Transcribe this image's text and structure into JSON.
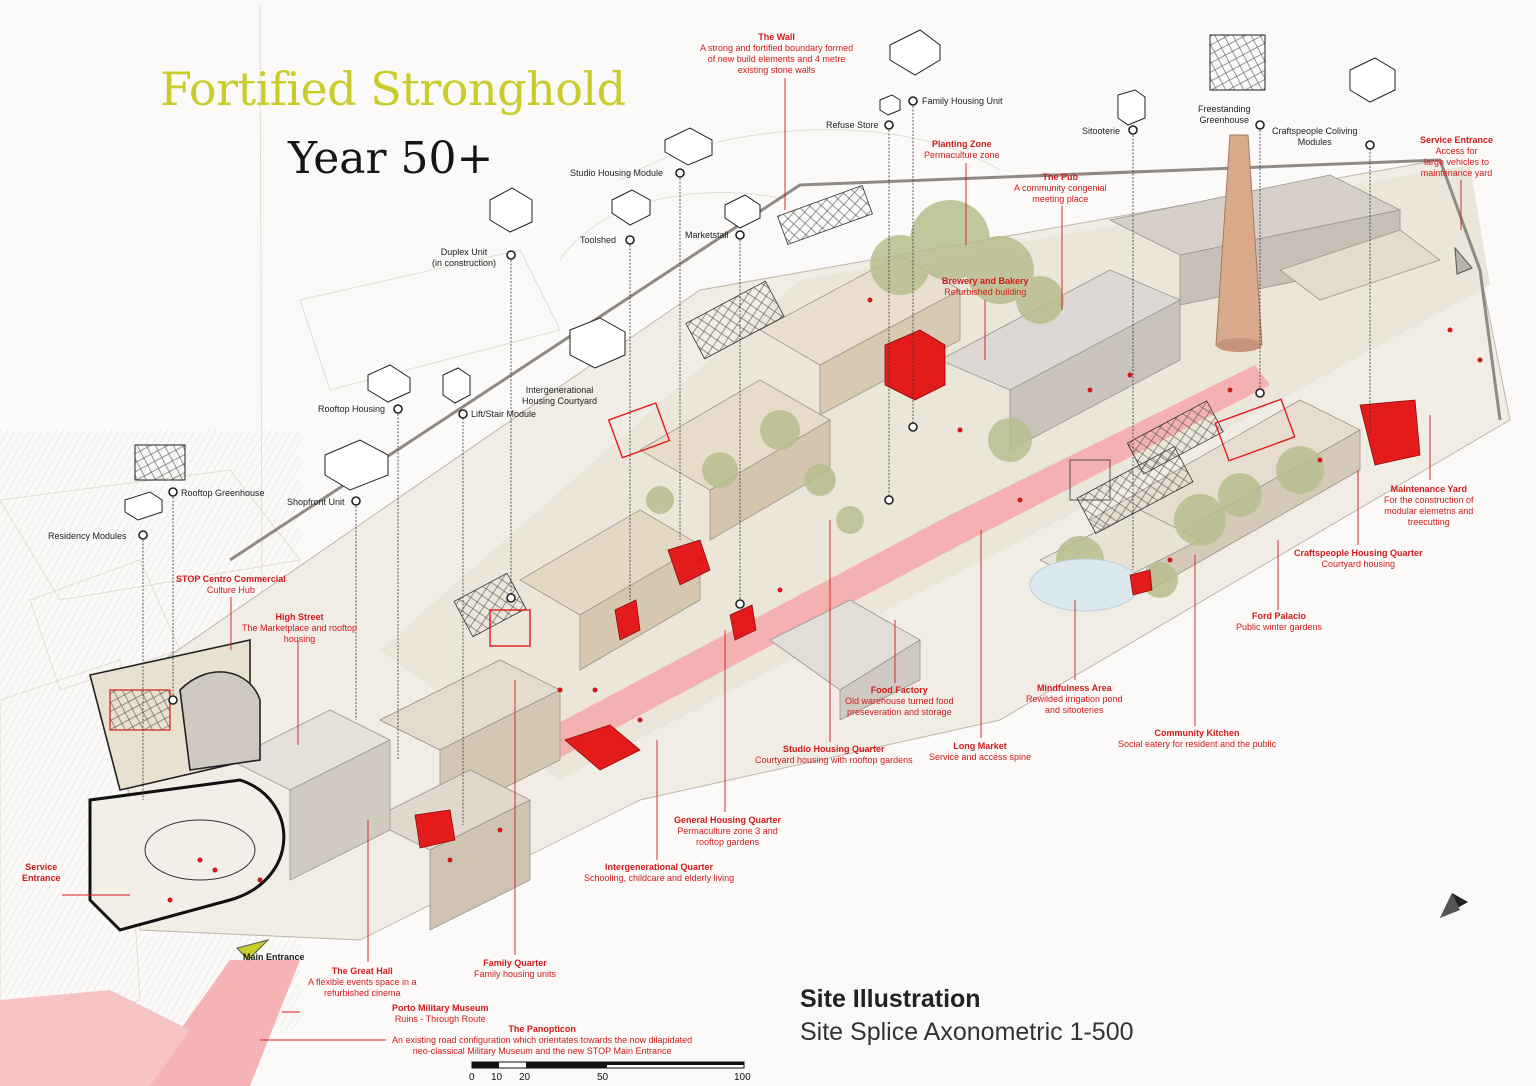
{
  "title": "Fortified Stronghold",
  "subtitle": "Year 50+",
  "site_title": "Site Illustration",
  "site_subtitle": "Site Splice Axonometric 1-500",
  "scale_ticks": [
    "0",
    "10",
    "20",
    "50",
    "100"
  ],
  "colors": {
    "accent_red": "#d11b1b",
    "title_yellow": "#c9cc2a",
    "ink": "#222222"
  },
  "red_labels": {
    "wall": {
      "h": "The Wall",
      "d1": "A strong and fortified boundary formed",
      "d2": "of new build elements and 4 metre",
      "d3": "existing stone walls"
    },
    "planting": {
      "h": "Planting Zone",
      "d1": "Permaculture zone"
    },
    "pub": {
      "h": "The Pub",
      "d1": "A community congenial",
      "d2": "meeting place"
    },
    "brewery": {
      "h": "Brewery and Bakery",
      "d1": "Refurbished building"
    },
    "service_ne": {
      "h": "Service Entrance",
      "d1": "Access for",
      "d2": "large vehicles to",
      "d3": "maintenance yard"
    },
    "maint": {
      "h": "Maintenance Yard",
      "d1": "For the construction of",
      "d2": "modular elemetns and",
      "d3": "treecutting"
    },
    "crafts": {
      "h": "Craftspeople Housing Quarter",
      "d1": "Courtyard housing"
    },
    "ford": {
      "h": "Ford Palacio",
      "d1": "Public winter gardens"
    },
    "mindful": {
      "h": "Mindfulness Area",
      "d1": "Rewilded irrigation pond",
      "d2": "and sitooteries"
    },
    "kitchen": {
      "h": "Community Kitchen",
      "d1": "Social eatery for resident and the public"
    },
    "longmarket": {
      "h": "Long Market",
      "d1": "Service and access spine"
    },
    "foodfactory": {
      "h": "Food Factory",
      "d1": "Old warehouse turned food",
      "d2": "preseveration and storage"
    },
    "studioq": {
      "h": "Studio Housing Quarter",
      "d1": "Courtyard housing with rooftop gardens"
    },
    "generalq": {
      "h": "General Housing Quarter",
      "d1": "Permaculture zone 3 and",
      "d2": "rooftop gardens"
    },
    "intergenq": {
      "h": "Intergenerational Quarter",
      "d1": "Schooling, childcare and elderly living"
    },
    "familyq": {
      "h": "Family Quarter",
      "d1": "Family housing units"
    },
    "stop": {
      "h": "STOP Centro Commercial",
      "d1": "Culture Hub"
    },
    "highstreet": {
      "h": "High Street",
      "d1": "The Marketplace and rooftop",
      "d2": "housing"
    },
    "service_w": {
      "h": "Service",
      "d1": "Entrance"
    },
    "greathall": {
      "h": "The Great Hall",
      "d1": "A flexible events space in a",
      "d2": "refurbished cinema"
    },
    "museum": {
      "h": "Porto Military Museum",
      "d1": "Ruins - Through Route"
    },
    "panopticon": {
      "h": "The Panopticon",
      "d1": "An existing road configuration which orientates towards the now dilapidated",
      "d2": "neo-classical Military Museum and the new STOP Main Entrance"
    }
  },
  "module_labels": {
    "family_housing_unit": "Family Housing Unit",
    "refuse_store": "Refuse Store",
    "studio_housing_module": "Studio Housing Module",
    "toolshed": "Toolshed",
    "marketstall": "Marketstall",
    "duplex_1": "Duplex Unit",
    "duplex_2": "(in construction)",
    "intergen_1": "Intergenerational",
    "intergen_2": "Housing Courtyard",
    "rooftop_housing": "Rooftop Housing",
    "lift_stair": "Lift/Stair Module",
    "rooftop_greenhouse": "Rooftop Greenhouse",
    "shopfront": "Shopfront Unit",
    "residency": "Residency Modules",
    "sitooterie": "Sitooterie",
    "freestanding_1": "Freestanding",
    "freestanding_2": "Greenhouse",
    "crafts_coliving_1": "Craftspeople Coliving",
    "crafts_coliving_2": "Modules",
    "main_entrance": "Main Entrance"
  }
}
